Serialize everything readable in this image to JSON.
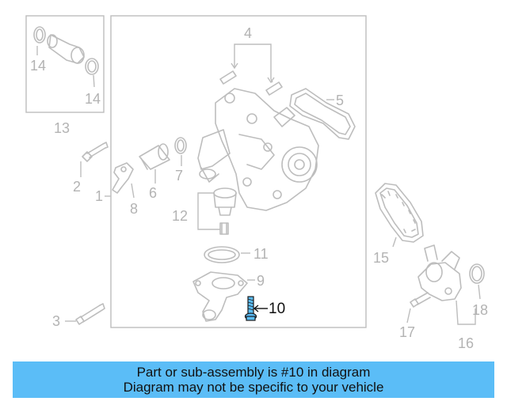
{
  "diagram": {
    "highlight_color": "#5bbdf7",
    "callouts": {
      "c1": "1",
      "c2": "2",
      "c3": "3",
      "c4": "4",
      "c5": "5",
      "c6": "6",
      "c7": "7",
      "c8": "8",
      "c9": "9",
      "c10": "10",
      "c11": "11",
      "c12": "12",
      "c13": "13",
      "c14a": "14",
      "c14b": "14",
      "c15": "15",
      "c16": "16",
      "c17": "17",
      "c18": "18"
    }
  },
  "banner": {
    "line1": "Part or sub-assembly is #10 in diagram",
    "line2": "Diagram may not be specific to your vehicle",
    "background": "#5bbdf7"
  }
}
